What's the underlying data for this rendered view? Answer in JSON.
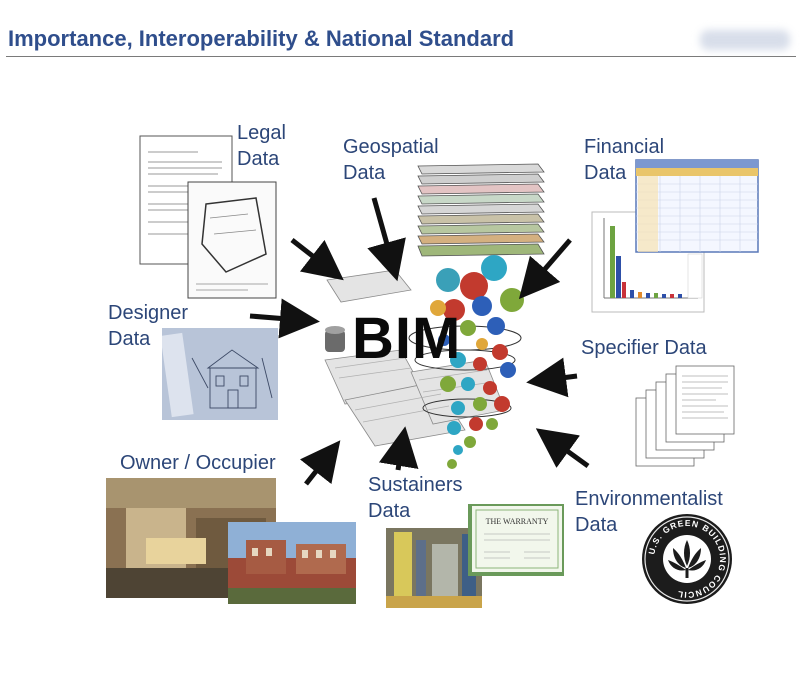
{
  "header": {
    "title": "Importance, Interoperability & National Standard"
  },
  "center": {
    "label": "BIM"
  },
  "sources": {
    "legal": {
      "line1": "Legal",
      "line2": "Data"
    },
    "geo": {
      "line1": "Geospatial",
      "line2": "Data"
    },
    "financial": {
      "line1": "Financial",
      "line2": "Data"
    },
    "designer": {
      "line1": "Designer",
      "line2": "Data"
    },
    "specifier": {
      "line1": "Specifier Data"
    },
    "owner": {
      "line1": "Owner / Occupier"
    },
    "sustainers": {
      "line1": "Sustainers",
      "line2": "Data"
    },
    "environmentalist": {
      "line1": "Environmentalist",
      "line2": "Data"
    }
  },
  "images": {
    "warranty_title": "THE WARRANTY",
    "usgbc_ring": "U.S. GREEN BUILDING COUNCIL"
  },
  "colors": {
    "title": "#2f4e8c",
    "label": "#2c4678",
    "arrow": "#111111"
  }
}
